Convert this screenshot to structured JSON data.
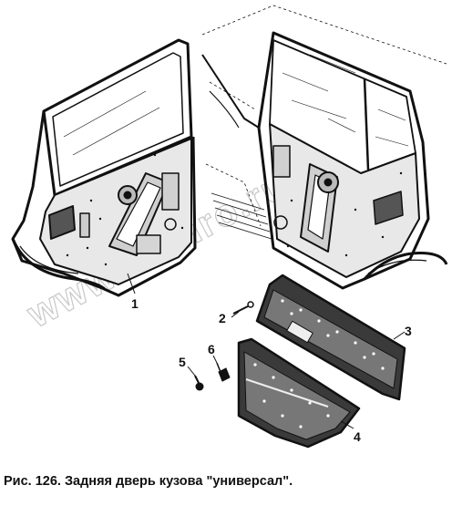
{
  "figure": {
    "callouts": [
      {
        "id": "1",
        "text": "1"
      },
      {
        "id": "2",
        "text": "2"
      },
      {
        "id": "3",
        "text": "3"
      },
      {
        "id": "4",
        "text": "4"
      },
      {
        "id": "5",
        "text": "5"
      },
      {
        "id": "6",
        "text": "6"
      }
    ],
    "watermark": "www.sinhro.ru"
  },
  "caption": "Рис. 126. Задняя дверь кузова \"универсал\"."
}
